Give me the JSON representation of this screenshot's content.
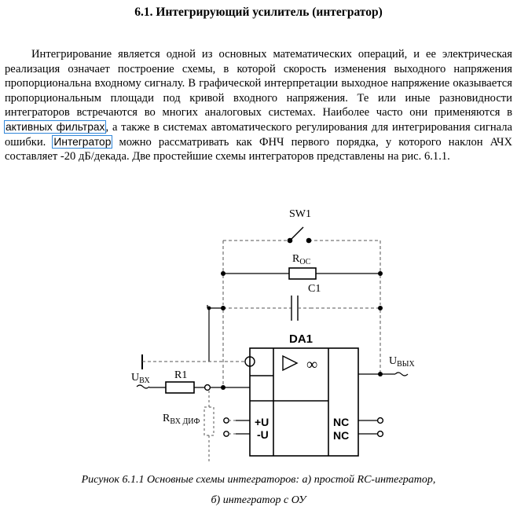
{
  "heading": "6.1. Интегрирующий усилитель (интегратор)",
  "paragraph": {
    "part1": "Интегрирование является одной из основных математических операций, и ее электрическая реализация означает построение схемы, в которой скорость изменения выходного напряжения пропорциональна входному сигналу. В графической интерпретации выходное напряжение оказывается пропорциональным площади под кривой входного напряжения. Те или иные разновидности интеграторов встречаются во многих аналоговых системах. Наиболее часто они применяются в ",
    "link1": "активных фильтрах",
    "part2": ", а также в системах автоматического регулирования для интегрирования сигнала ошибки. ",
    "link2": "Интегратор",
    "part3": " можно рассматривать как ФНЧ первого порядка, у которого наклон АЧХ составляет -20 дБ/декада. Две простейшие схемы интеграторов представлены на рис. 6.1.1."
  },
  "schematic": {
    "switch_label": "SW1",
    "roc_label": "R",
    "roc_sub": "OC",
    "c1_label": "C1",
    "chip_label": "DA1",
    "infinity": "∞",
    "uvx_label": "U",
    "uvx_sub": "ВХ",
    "r1_label": "R1",
    "uvyx_label": "U",
    "uvyx_sub": "ВЫХ",
    "rvxdif_label": "R",
    "rvxdif_sub": "ВХ ДИФ",
    "plus_u": "+U",
    "minus_u": "-U",
    "nc1": "NC",
    "nc2": "NC"
  },
  "caption": {
    "line1": "Рисунок 6.1.1 Основные схемы интеграторов: а) простой RC-интегратор,",
    "line2": "б) интегратор с ОУ"
  }
}
